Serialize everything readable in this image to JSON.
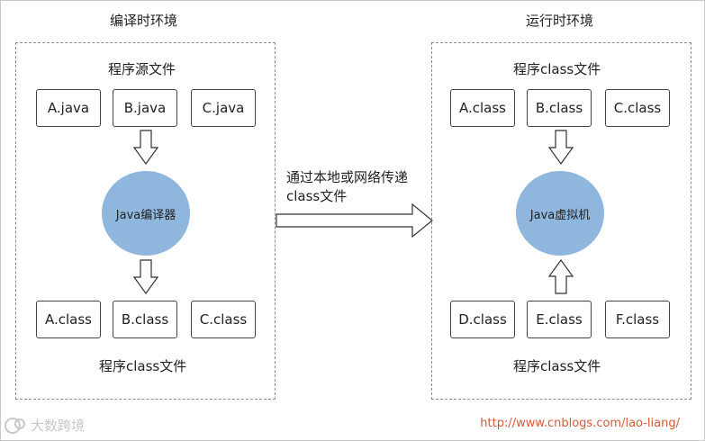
{
  "compile": {
    "title": "编译时环境",
    "source_caption": "程序源文件",
    "source_files": [
      "A.java",
      "B.java",
      "C.java"
    ],
    "compiler": "Java编译器",
    "output_caption": "程序class文件",
    "class_files": [
      "A.class",
      "B.class",
      "C.class"
    ]
  },
  "transfer": {
    "line1": "通过本地或网络传递",
    "line2": "class文件"
  },
  "runtime": {
    "title": "运行时环境",
    "top_caption": "程序class文件",
    "top_files": [
      "A.class",
      "B.class",
      "C.class"
    ],
    "vm": "Java虚拟机",
    "bottom_caption": "程序class文件",
    "bottom_files": [
      "D.class",
      "E.class",
      "F.class"
    ]
  },
  "watermark": {
    "left": "大数跨境",
    "url": "http://www.cnblogs.com/lao-liang/"
  }
}
